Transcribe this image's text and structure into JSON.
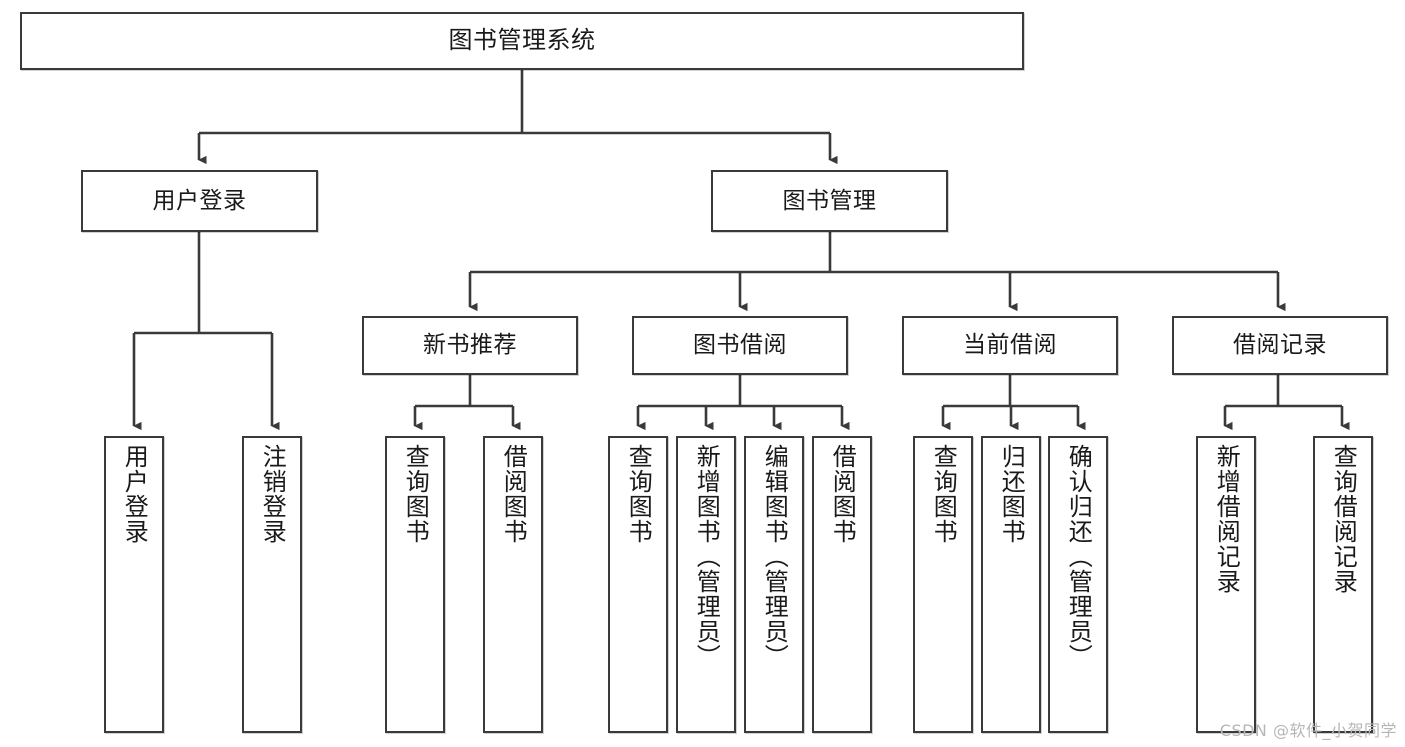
{
  "diagram": {
    "title": "图书管理系统",
    "type": "tree",
    "colors": {
      "box_border": "#3a3a3a",
      "box_fill": "#ffffff",
      "edge": "#3a3a3a",
      "text": "#1a1a1a",
      "watermark": "#b6b6b6"
    },
    "root": {
      "label": "图书管理系统"
    },
    "level2": [
      {
        "label": "用户登录"
      },
      {
        "label": "图书管理"
      }
    ],
    "level3": [
      {
        "label": "新书推荐"
      },
      {
        "label": "图书借阅"
      },
      {
        "label": "当前借阅"
      },
      {
        "label": "借阅记录"
      }
    ],
    "leaves": {
      "user_login": [
        {
          "label": "用户登录"
        },
        {
          "label": "注销登录"
        }
      ],
      "new_book_recommend": [
        {
          "label": "查询图书"
        },
        {
          "label": "借阅图书"
        }
      ],
      "book_borrow": [
        {
          "label": "查询图书"
        },
        {
          "label": "新增图书（管理员）"
        },
        {
          "label": "编辑图书（管理员）"
        },
        {
          "label": "借阅图书"
        }
      ],
      "current_borrow": [
        {
          "label": "查询图书"
        },
        {
          "label": "归还图书"
        },
        {
          "label": "确认归还（管理员）"
        }
      ],
      "borrow_record": [
        {
          "label": "新增借阅记录"
        },
        {
          "label": "查询借阅记录"
        }
      ]
    }
  },
  "watermark": {
    "text": "CSDN @软件_小贺同学"
  }
}
